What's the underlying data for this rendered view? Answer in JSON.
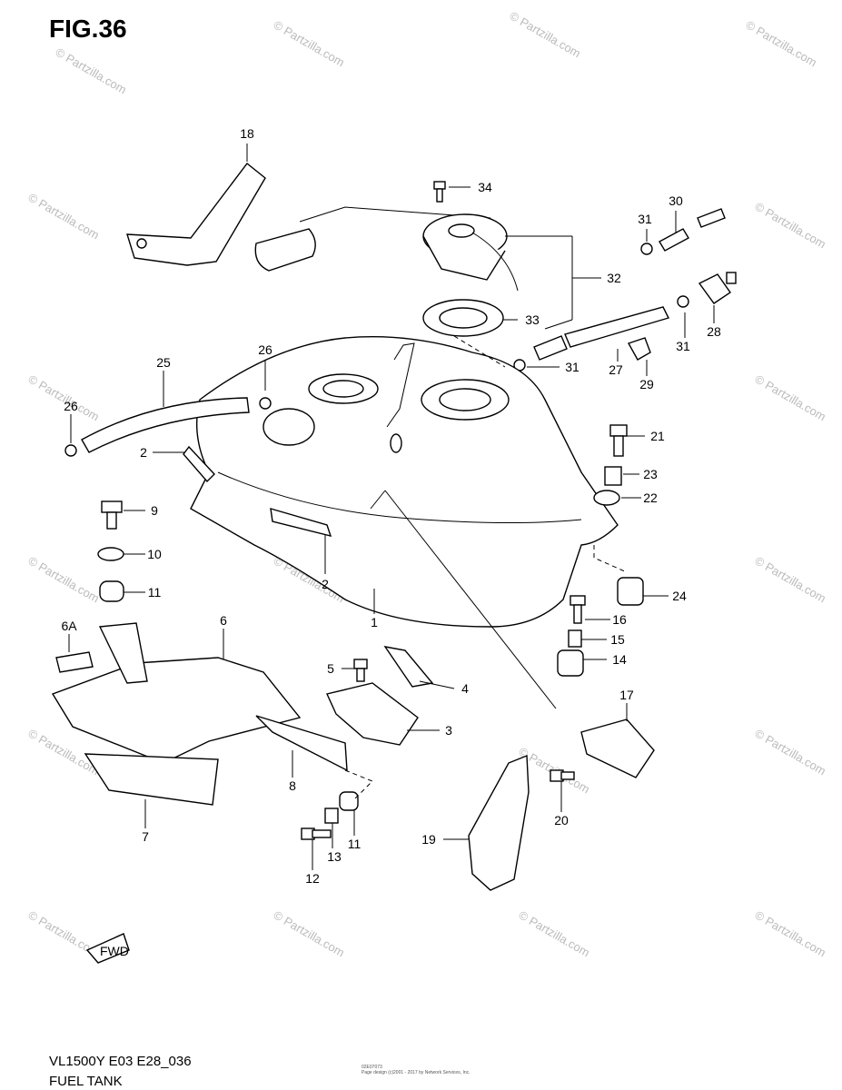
{
  "figure": {
    "title": "FIG.36",
    "model": "VL1500Y E03 E28_036",
    "caption": "FUEL TANK"
  },
  "fine_print": {
    "line1": "02E07073",
    "line2": "Page design (c)2001 - 2017 by Network Services, Inc."
  },
  "watermark": {
    "text": "© Partzilla.com"
  },
  "fwd_label": "FWD",
  "callouts": [
    {
      "id": "c1",
      "label": "1"
    },
    {
      "id": "c2a",
      "label": "2"
    },
    {
      "id": "c2b",
      "label": "2"
    },
    {
      "id": "c3",
      "label": "3"
    },
    {
      "id": "c4",
      "label": "4"
    },
    {
      "id": "c5",
      "label": "5"
    },
    {
      "id": "c6",
      "label": "6"
    },
    {
      "id": "c6a",
      "label": "6A"
    },
    {
      "id": "c7",
      "label": "7"
    },
    {
      "id": "c8",
      "label": "8"
    },
    {
      "id": "c9",
      "label": "9"
    },
    {
      "id": "c10",
      "label": "10"
    },
    {
      "id": "c11a",
      "label": "11"
    },
    {
      "id": "c11b",
      "label": "11"
    },
    {
      "id": "c12",
      "label": "12"
    },
    {
      "id": "c13",
      "label": "13"
    },
    {
      "id": "c14",
      "label": "14"
    },
    {
      "id": "c15",
      "label": "15"
    },
    {
      "id": "c16",
      "label": "16"
    },
    {
      "id": "c17",
      "label": "17"
    },
    {
      "id": "c18",
      "label": "18"
    },
    {
      "id": "c19",
      "label": "19"
    },
    {
      "id": "c20",
      "label": "20"
    },
    {
      "id": "c21",
      "label": "21"
    },
    {
      "id": "c22",
      "label": "22"
    },
    {
      "id": "c23",
      "label": "23"
    },
    {
      "id": "c24",
      "label": "24"
    },
    {
      "id": "c25",
      "label": "25"
    },
    {
      "id": "c26a",
      "label": "26"
    },
    {
      "id": "c26b",
      "label": "26"
    },
    {
      "id": "c27",
      "label": "27"
    },
    {
      "id": "c28",
      "label": "28"
    },
    {
      "id": "c29",
      "label": "29"
    },
    {
      "id": "c30",
      "label": "30"
    },
    {
      "id": "c31a",
      "label": "31"
    },
    {
      "id": "c31b",
      "label": "31"
    },
    {
      "id": "c31c",
      "label": "31"
    },
    {
      "id": "c32",
      "label": "32"
    },
    {
      "id": "c33",
      "label": "33"
    },
    {
      "id": "c34",
      "label": "34"
    }
  ]
}
